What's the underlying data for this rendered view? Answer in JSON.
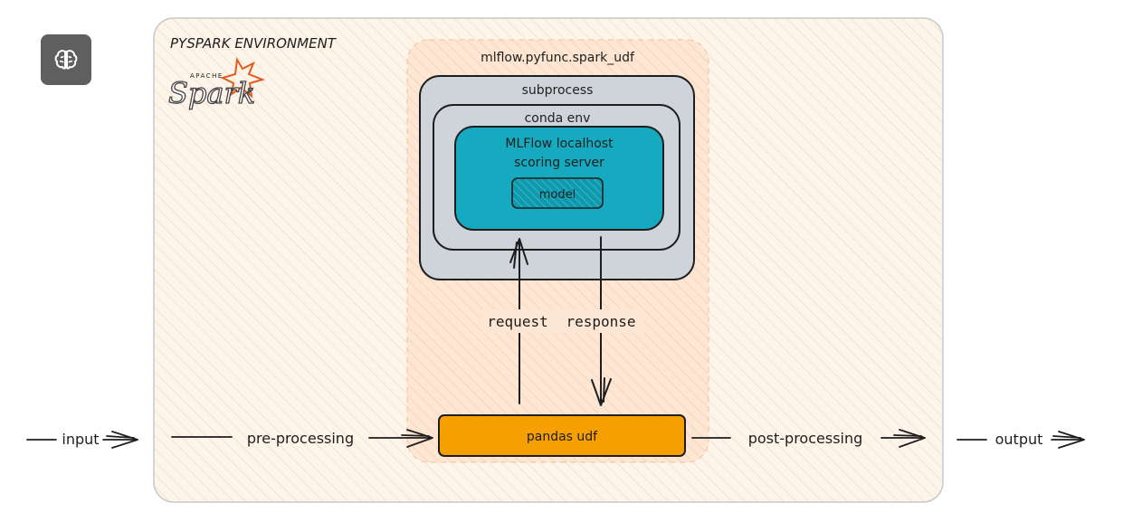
{
  "colors": {
    "env_fill": "#fdf0e4",
    "udf_fill": "#fde7d6",
    "subprocess_fill": "#ced4da",
    "conda_fill": "#ced4da",
    "server_fill": "#15aabf",
    "pandas_fill": "#f59f00",
    "stroke": "#1e1e1e",
    "button_bg": "#5f5f5f"
  },
  "toolbar": {
    "icon": "brain-icon"
  },
  "logo": {
    "top_text": "APACHE",
    "main_text": "Spark"
  },
  "diagram": {
    "environment_title": "PYSPARK ENVIRONMENT",
    "udf_title": "mlflow.pyfunc.spark_udf",
    "subprocess_label": "subprocess",
    "conda_label": "conda env",
    "server_line1": "MLFlow localhost",
    "server_line2": "scoring server",
    "model_label": "model",
    "request_label": "request",
    "response_label": "response",
    "pandas_label": "pandas udf",
    "input_label": "input",
    "preprocessing_label": "pre-processing",
    "postprocessing_label": "post-processing",
    "output_label": "output"
  }
}
